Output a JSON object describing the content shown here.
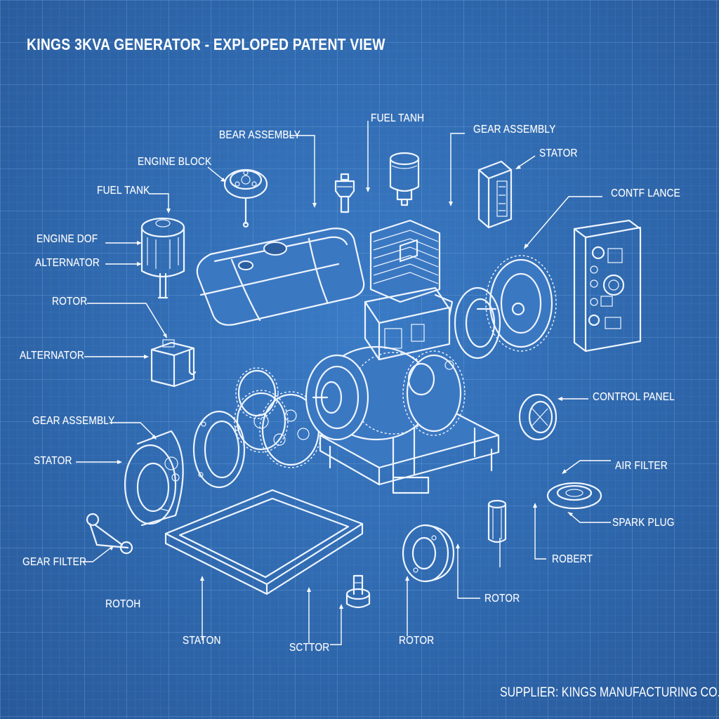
{
  "title": "KINGS 3KVA GENERATOR - EXPLOPED PATENT VIEW",
  "supplier": "SUPPLIER: KINGS MANUFACTURING CO.",
  "colors": {
    "background": "#2f66a8",
    "grid": "#5b8fd0",
    "line": "#eef5ff"
  },
  "labels": {
    "bear_assembly": "BEAR ASSEMBLY",
    "fuel_tank_top": "FUEL TANH",
    "gear_assembly_top": "GEAR ASSEMBLY",
    "engine_block": "ENGINE BLOCK",
    "stator_top": "STATOR",
    "fuel_tank_left": "FUEL TANK",
    "contf_lance": "CONTF LANCE",
    "engine_dof": "ENGINE DOF",
    "alternator_left": "ALTERNATOR",
    "rotor_left": "ROTOR",
    "alternator_mid": "ALTERNATOR",
    "control_panel": "CONTROL PANEL",
    "gear_assembly_left": "GEAR ASSEMBLY",
    "stator_left": "STATOR",
    "air_filter": "AIR FILTER",
    "spark_plug": "SPARK PLUG",
    "gear_filter": "GEAR FILTER",
    "robert": "ROBERT",
    "rotoh": "ROTOH",
    "rotor_right": "ROTOR",
    "staton": "STATON",
    "sctor": "SCTTOR",
    "rotor_bottom": "ROTOR"
  }
}
